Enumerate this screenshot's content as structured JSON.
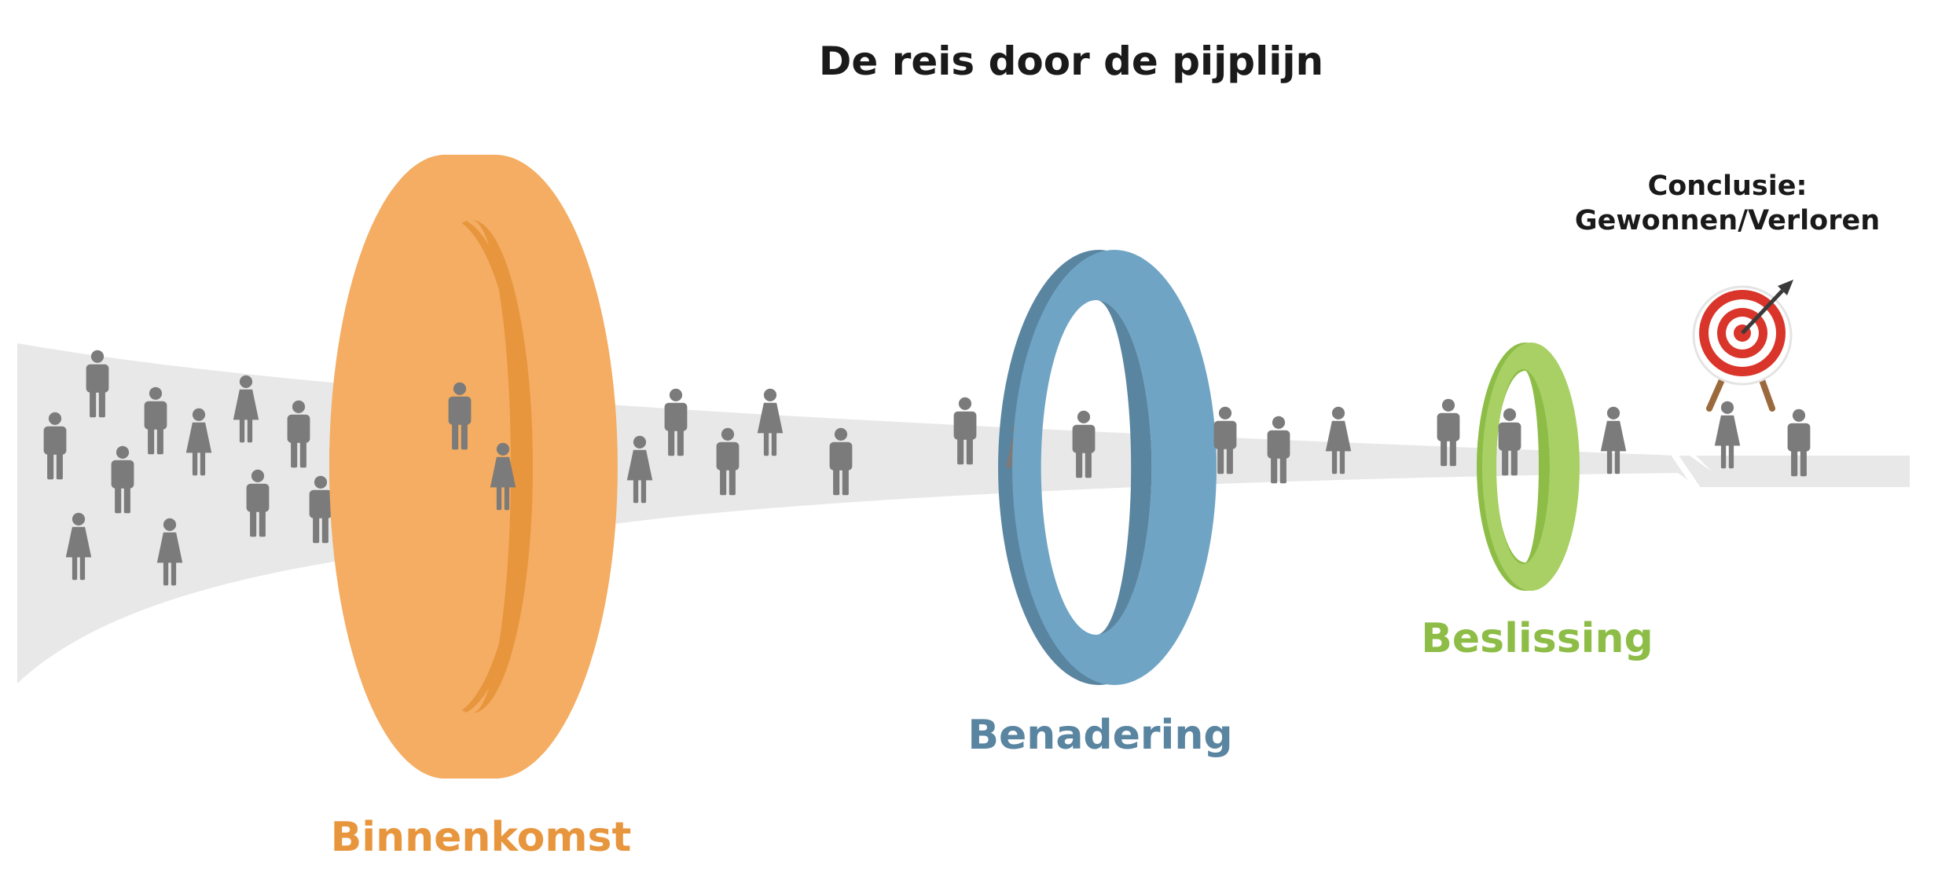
{
  "title": "De reis door de pijplijn",
  "stages": [
    {
      "label": "Binnenkomst",
      "color": "#e8963e",
      "light": "#f4ad62"
    },
    {
      "label": "Benadering",
      "color": "#5a85a1",
      "light": "#6fa4c4"
    },
    {
      "label": "Beslissing",
      "color": "#8dbd47",
      "light": "#a8d064"
    }
  ],
  "conclusion": {
    "line1": "Conclusie:",
    "line2": "Gewonnen/Verloren"
  },
  "colors": {
    "person": "#7b7b7b",
    "pipe": "#e8e8e8",
    "target_red": "#d9352b"
  },
  "icons": [
    "person-icon",
    "target-icon",
    "arrow-icon"
  ]
}
